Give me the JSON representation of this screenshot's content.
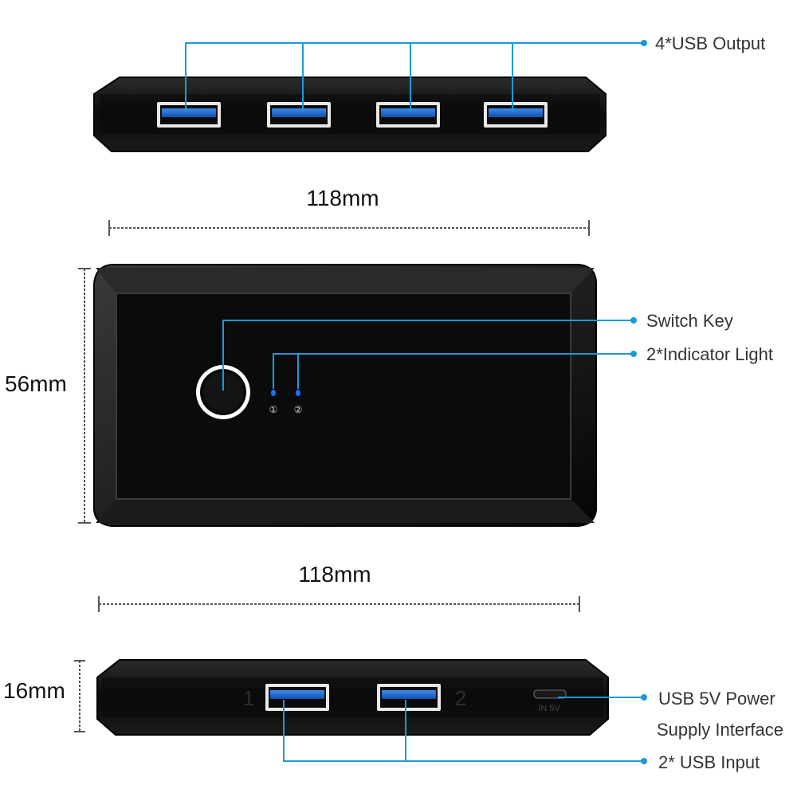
{
  "labels": {
    "usb_output": "4*USB Output",
    "switch_key": "Switch Key",
    "indicator_light": "2*Indicator Light",
    "usb_power_line1": "USB 5V Power",
    "usb_power_line2": "Supply Interface",
    "usb_input": "2* USB Input"
  },
  "dimensions": {
    "top_width": "118mm",
    "middle_width": "118mm",
    "height": "56mm",
    "depth": "16mm"
  },
  "device": {
    "port_label_1": "1",
    "port_label_2": "2",
    "power_port_label": "IN 5V",
    "led_label_1": "①",
    "led_label_2": "②"
  },
  "colors": {
    "accent_line": "#1a9ad6",
    "usb_blue": "#1f6fd6",
    "body": "#0d0d0d",
    "led": "#1e6fff"
  }
}
